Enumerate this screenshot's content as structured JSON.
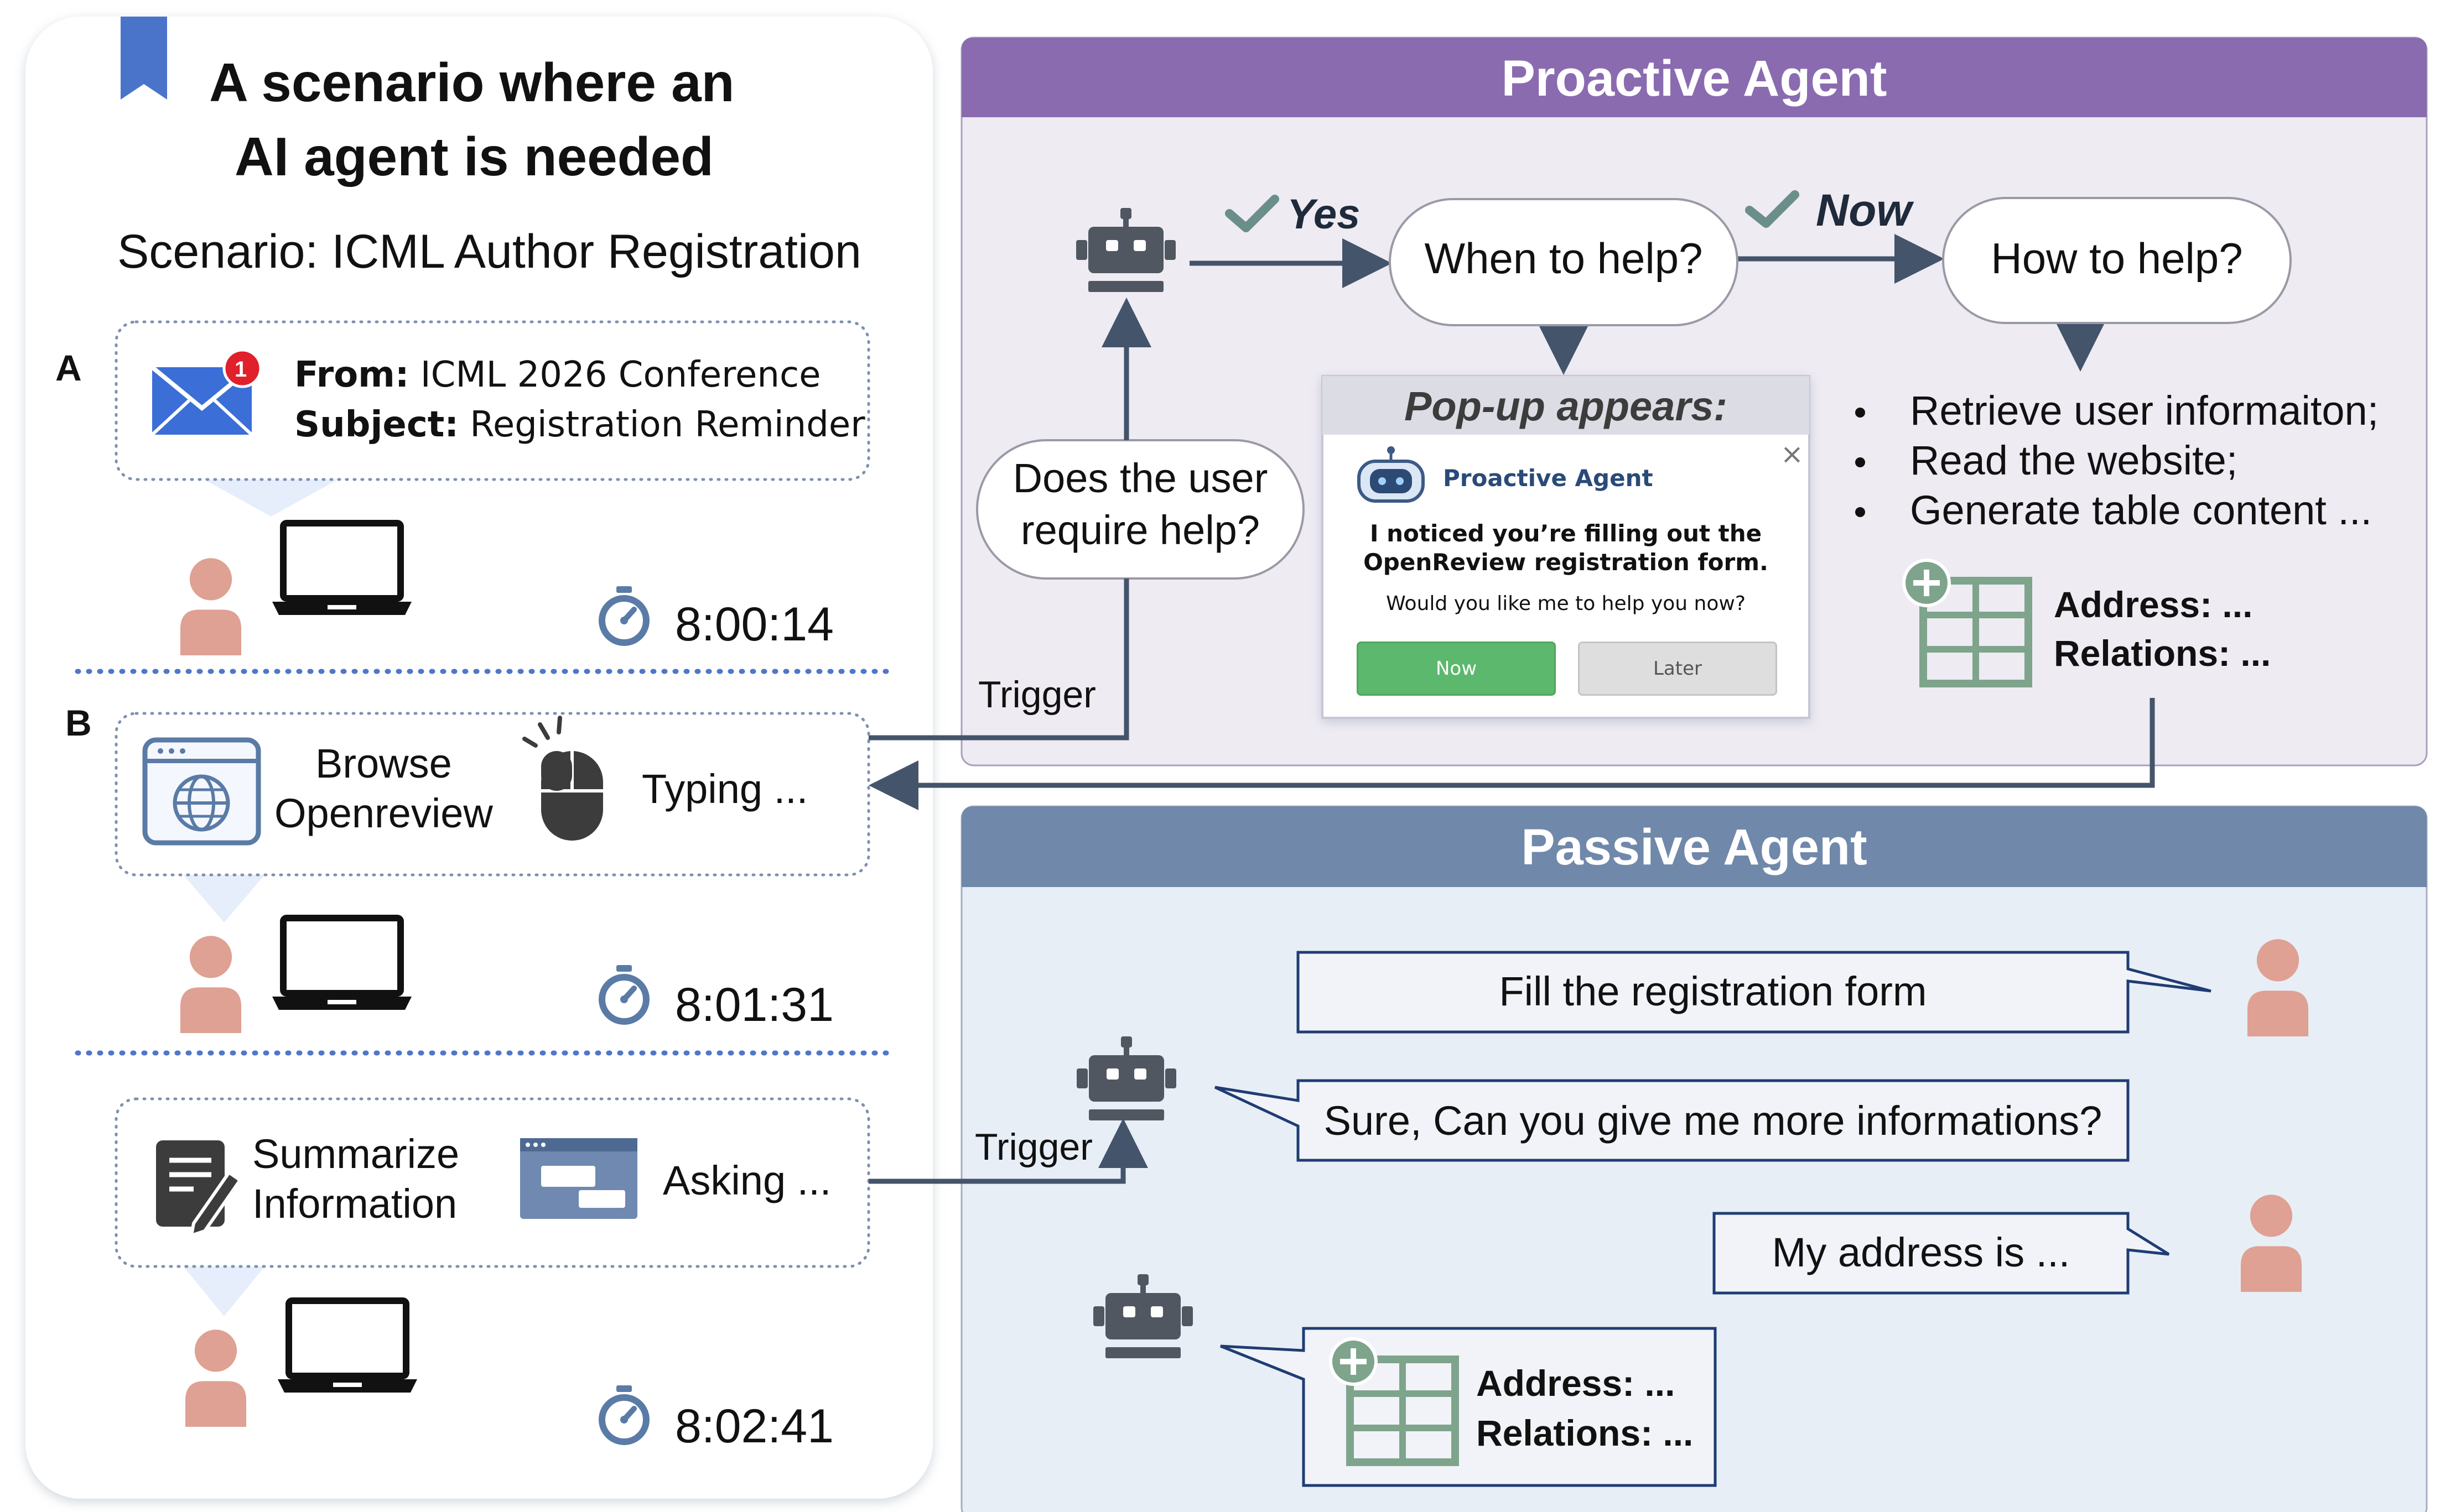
{
  "scenario_panel": {
    "heading_line1": "A scenario where an",
    "heading_line2": "AI agent is needed",
    "scenario": "Scenario: ICML Author Registration",
    "label_a": "A",
    "label_b": "B",
    "email": {
      "badge": "1",
      "from_label": "From:",
      "from_value": " ICML 2026 Conference",
      "subject_label": "Subject:",
      "subject_value": " Registration Reminder"
    },
    "time_1": "8:00:14",
    "browse_line1": "Browse",
    "browse_line2": "Openreview",
    "typing": "Typing ...",
    "time_2": "8:01:31",
    "summarize_line1": "Summarize",
    "summarize_line2": "Information",
    "asking": "Asking ...",
    "time_3": "8:02:41"
  },
  "proactive": {
    "title": "Proactive Agent",
    "yes": "Yes",
    "now": "Now",
    "when": "When to help?",
    "how": "How to help?",
    "does_line1": "Does the user",
    "does_line2": "require help?",
    "trigger": "Trigger",
    "popup_heading": "Pop-up appears:",
    "popup_agent": "Proactive Agent",
    "popup_close": "×",
    "popup_msg_line1": "I noticed you’re filling out the",
    "popup_msg_line2": "OpenReview registration form.",
    "popup_question": "Would you like me to help you now?",
    "btn_now": "Now",
    "btn_later": "Later",
    "bullets": [
      "Retrieve user informaiton;",
      "Read the website;",
      "Generate table content ..."
    ],
    "address": "Address: ...",
    "relations": "Relations: ..."
  },
  "passive": {
    "title": "Passive Agent",
    "trigger": "Trigger",
    "msg_user_1": "Fill the registration form",
    "msg_agent_1": "Sure, Can you give me more informations?",
    "msg_user_2": "My address is ...",
    "address": "Address: ...",
    "relations": "Relations: ..."
  },
  "colors": {
    "proactive_header": "#8a6bb0",
    "proactive_bg": "#eeebf3",
    "passive_header": "#7088aa",
    "passive_bg": "#e8eef6",
    "arrow": "#44546a",
    "person": "#dea193",
    "check": "#6a8f8a",
    "table_icon": "#7ea48c",
    "now_button": "#5cb86c"
  }
}
